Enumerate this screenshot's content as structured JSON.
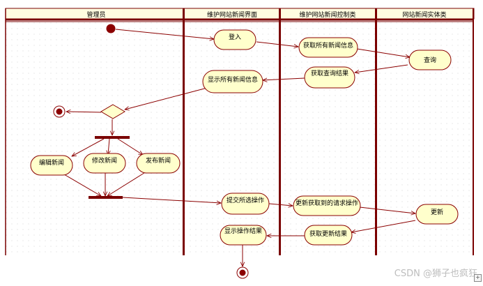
{
  "lanes": [
    "管理员",
    "维护网站新闻界面",
    "维护网站新闻控制类",
    "网站新闻实体类"
  ],
  "activities": {
    "login": "登入",
    "get_all_news": "获取所有新闻信息",
    "query": "查询",
    "get_query_result": "获取查询结果",
    "show_all_news": "显示所有新闻信息",
    "edit_news": "编辑新闻",
    "modify_news": "修改新闻",
    "publish_news": "发布新闻",
    "submit_ops": "提交所选操作",
    "update_request": "更新获取到的请求操作",
    "update": "更新",
    "get_update_result": "获取更新结果",
    "show_op_result": "显示操作结果"
  },
  "watermark": "CSDN @狮子也疯狂",
  "colors": {
    "lane_line": "#7a0000",
    "node_fill": "#ffffcc",
    "node_stroke": "#8b0000",
    "start": "#8b0000",
    "bar": "#7a0000"
  }
}
